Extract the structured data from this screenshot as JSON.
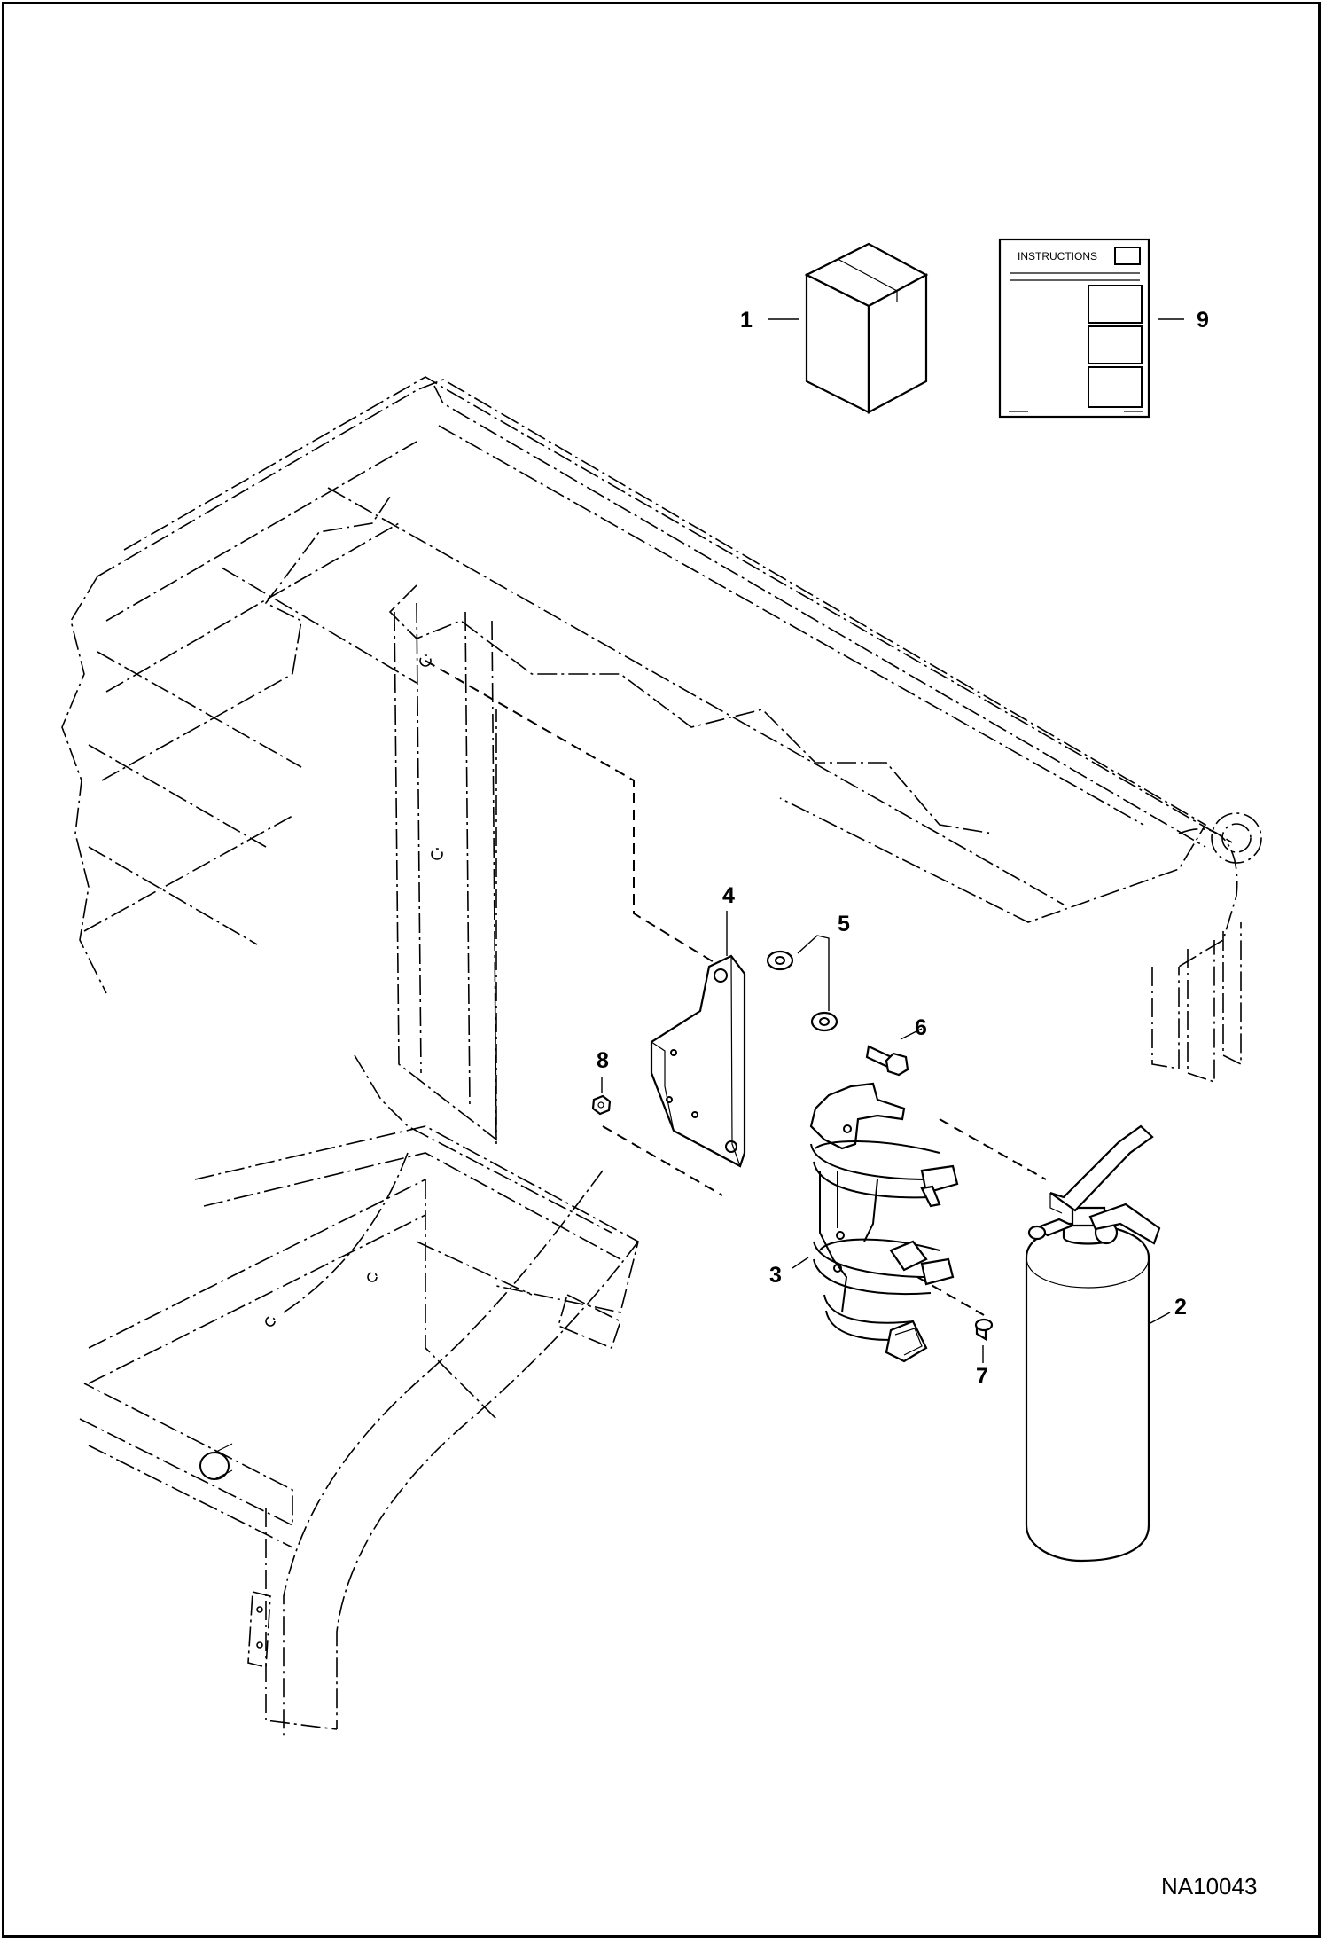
{
  "drawing_code": "NA10043",
  "instructions_label": "INSTRUCTIONS",
  "callouts": [
    {
      "id": "1",
      "label": "1"
    },
    {
      "id": "2",
      "label": "2"
    },
    {
      "id": "3",
      "label": "3"
    },
    {
      "id": "4",
      "label": "4"
    },
    {
      "id": "5",
      "label": "5"
    },
    {
      "id": "6",
      "label": "6"
    },
    {
      "id": "7",
      "label": "7"
    },
    {
      "id": "8",
      "label": "8"
    },
    {
      "id": "9",
      "label": "9"
    }
  ]
}
